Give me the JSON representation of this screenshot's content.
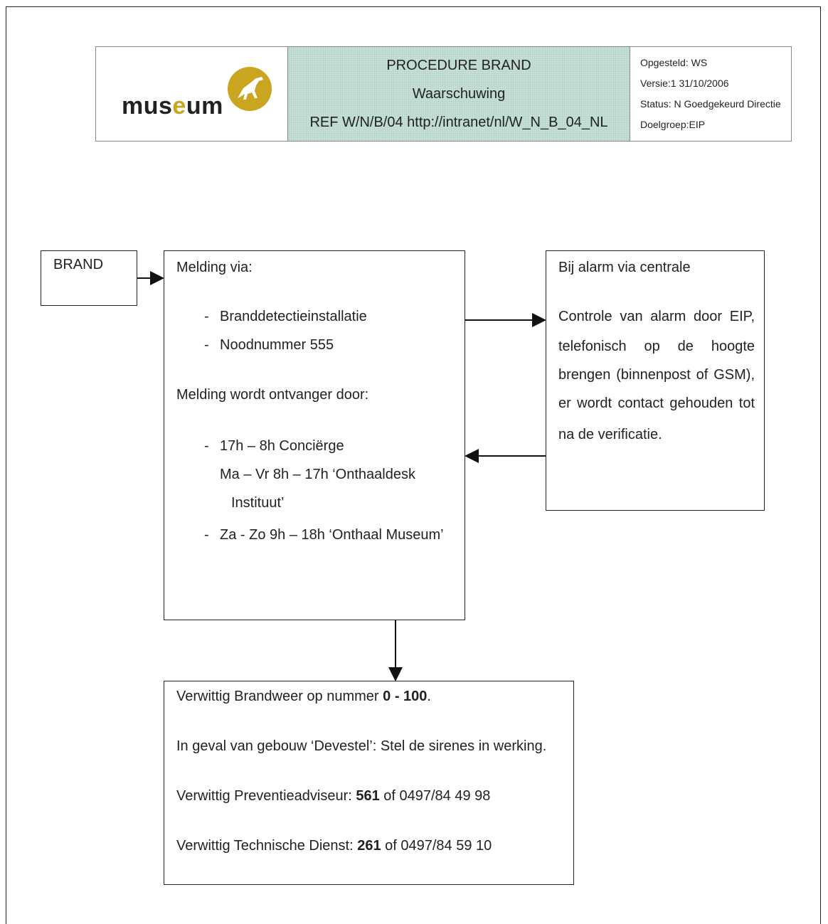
{
  "header": {
    "logo": "museum",
    "title_line1": "PROCEDURE BRAND",
    "title_line2": "Waarschuwing",
    "title_line3": "REF W/N/B/04 http://intranet/nl/W_N_B_04_NL",
    "meta": [
      "Opgesteld: WS",
      "Versie:1 31/10/2006",
      "Status: N Goedgekeurd Directie",
      "Doelgroep:EIP"
    ]
  },
  "brand_box": {
    "label": "BRAND"
  },
  "melding_box": {
    "heading": "Melding via:",
    "via_items": [
      "Branddetectieinstallatie",
      "Noodnummer 555"
    ],
    "received_heading": "Melding wordt ontvanger door:",
    "receiver_items": [
      "17h – 8h Conciërge",
      "Ma – Vr 8h – 17h ‘Onthaaldesk",
      "Instituut’",
      "Za - Zo 9h – 18h ‘Onthaal Museum’"
    ]
  },
  "alarm_box": {
    "heading": "Bij alarm via centrale",
    "lines": [
      "Controle van alarm door EIP,",
      "telefonisch op de hoogte",
      "brengen (binnenpost of GSM),",
      "er wordt contact gehouden tot",
      "na de verificatie."
    ]
  },
  "actions_box": {
    "line1_pre": "Verwittig Brandweer op nummer ",
    "line1_num": "0 - 100",
    "line1_post": ".",
    "line2": "In geval van gebouw ‘Devestel’: Stel de sirenes in werking.",
    "line3_pre": "Verwittig Preventieadviseur: ",
    "line3_num": "561",
    "line3_post": " of 0497/84 49 98",
    "line4_pre": "Verwittig Technische Dienst: ",
    "line4_num": "261",
    "line4_post": " of 0497/84 59 10"
  }
}
